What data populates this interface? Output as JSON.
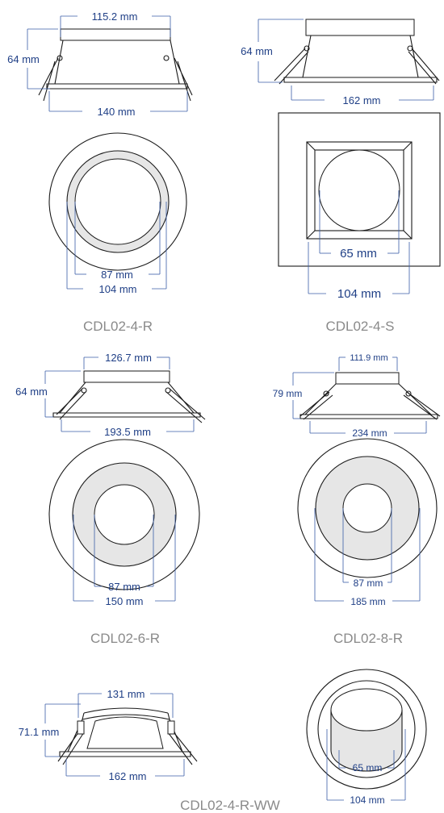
{
  "colors": {
    "dimension": "#1f3f86",
    "dimension_line": "#3a5ea8",
    "model_label": "#8a8a8a",
    "outline": "#1a1a1a",
    "ring_fill": "#e6e6e6"
  },
  "products": [
    {
      "model": "CDL02-4-R",
      "side": {
        "top_width": "115.2 mm",
        "height": "64 mm",
        "flange_width": "140 mm"
      },
      "bottom": {
        "inner_diameter": "87 mm",
        "outer_diameter": "104 mm"
      }
    },
    {
      "model": "CDL02-4-S",
      "side": {
        "height": "64 mm",
        "flange_width": "162 mm"
      },
      "bottom": {
        "inner_diameter": "65 mm",
        "outer_diameter": "104 mm"
      }
    },
    {
      "model": "CDL02-6-R",
      "side": {
        "top_width": "126.7 mm",
        "height": "64 mm",
        "flange_width": "193.5 mm"
      },
      "bottom": {
        "inner_diameter": "87 mm",
        "outer_diameter": "150 mm"
      }
    },
    {
      "model": "CDL02-8-R",
      "side": {
        "top_width": "111.9 mm",
        "height": "79 mm",
        "flange_width": "234 mm"
      },
      "bottom": {
        "inner_diameter": "87 mm",
        "outer_diameter": "185 mm"
      }
    },
    {
      "model": "CDL02-4-R-WW",
      "side": {
        "top_width": "131 mm",
        "height": "71.1 mm",
        "flange_width": "162 mm"
      },
      "bottom": {
        "inner_diameter": "65 mm",
        "outer_diameter": "104 mm"
      }
    }
  ]
}
